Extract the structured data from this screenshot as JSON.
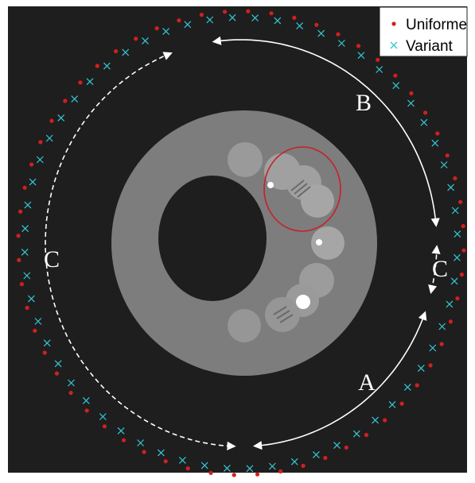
{
  "colors": {
    "background": "#1e1e1e",
    "phantom_body": "#7d7d7d",
    "hole": "#1e1e1e",
    "inserts": "#9a9a9a",
    "inserts_light": "#a8a8a8",
    "bright_spot": "#ffffff",
    "roi_circle": "#c8202a",
    "uniform_marker": "#d02020",
    "variant_marker": "#35c8d6",
    "arcs": "#ffffff"
  },
  "legend": {
    "uniform_label": "Uniforme",
    "variant_label": "Variant"
  },
  "segment_labels": {
    "a": "A",
    "b": "B",
    "c_left": "C",
    "c_right": "C"
  }
}
